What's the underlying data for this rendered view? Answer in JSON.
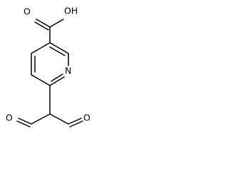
{
  "molecule": {
    "atoms": {
      "carboxyl_oxygen": "O",
      "hydroxyl": "OH",
      "ring_nitrogen": "N",
      "left_aldehyde_oxygen": "O",
      "right_aldehyde_oxygen": "O"
    }
  },
  "colors": {
    "ink": "#000000",
    "background": "#ffffff"
  }
}
